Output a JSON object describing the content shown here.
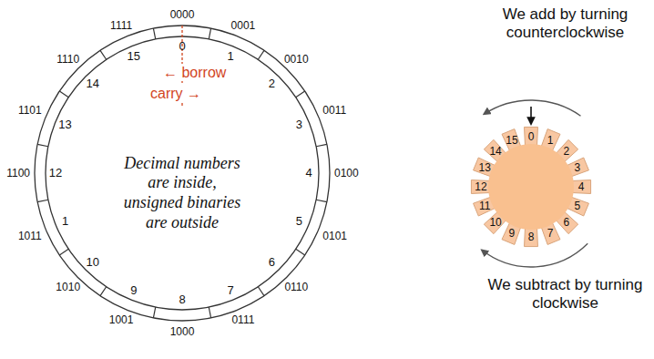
{
  "diagram": {
    "labels": [
      "0000",
      "0001",
      "0010",
      "0011",
      "0100",
      "0101",
      "0110",
      "0111",
      "1000",
      "1001",
      "1010",
      "1011",
      "1100",
      "1101",
      "1110",
      "1111",
      "0",
      "1",
      "2",
      "3",
      "4",
      "5",
      "6",
      "7",
      "8",
      "9",
      "10",
      "1",
      "12",
      "13",
      "14",
      "15",
      "← borrow",
      "carry →",
      "Decimal numbers are inside, unsigned binaries are outside",
      "We add by turning counterclockwise",
      "0",
      "1",
      "2",
      "3",
      "4",
      "5",
      "6",
      "7",
      "8",
      "9",
      "10",
      "11",
      "12",
      "13",
      "14",
      "15",
      "We subtract by turning clockwise"
    ]
  }
}
